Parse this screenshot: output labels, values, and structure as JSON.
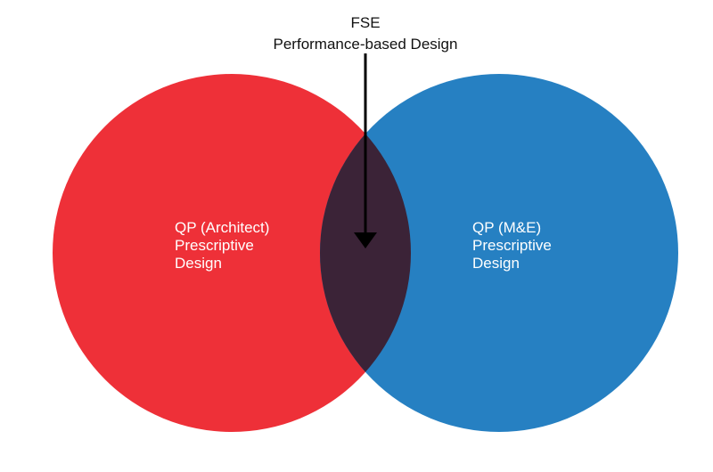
{
  "colors": {
    "left_circle": "#EE3038",
    "right_circle": "#2680C2",
    "overlap": "#3B2337",
    "arrow": "#000000",
    "label_text": "#FFFFFF",
    "title_text": "#111111"
  },
  "top": {
    "line1": "FSE",
    "line2": "Performance-based Design"
  },
  "left": {
    "line1": "QP (Architect)",
    "line2": "Prescriptive",
    "line3": "Design"
  },
  "right": {
    "line1": "QP (M&E)",
    "line2": "Prescriptive",
    "line3": "Design"
  }
}
